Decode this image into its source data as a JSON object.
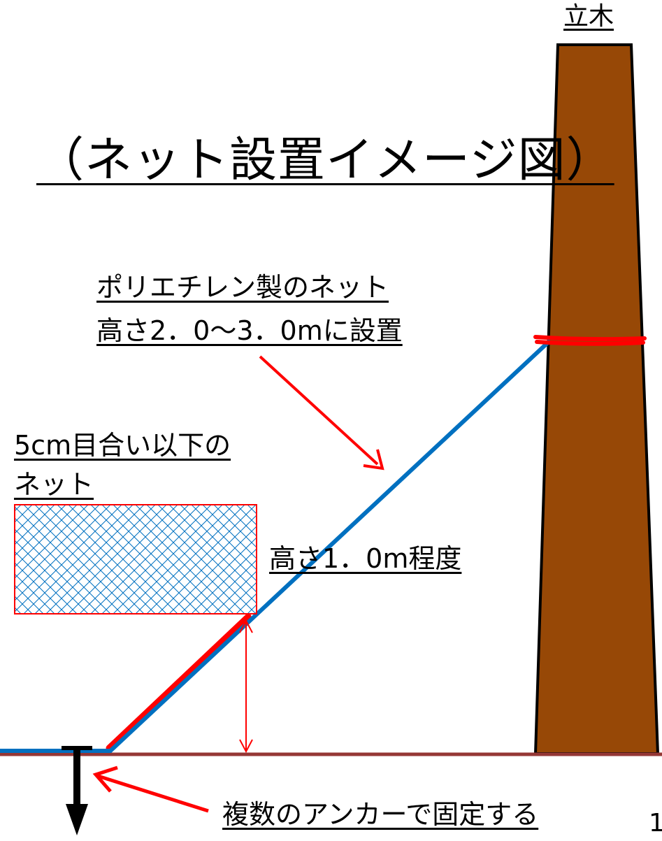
{
  "title": "（ネット設置イメージ図）",
  "tree_label": "立木",
  "polyethylene_net_label": {
    "line1": "ポリエチレン製のネット",
    "line2": "高さ2．0〜3．0mに設置"
  },
  "mesh_net_label": {
    "line1": "5cm目合い以下の",
    "line2": "ネット"
  },
  "height_label": "高さ1．0m程度",
  "anchor_label": "複数のアンカーで固定する",
  "page_number": "1",
  "colors": {
    "tree_trunk": "#974806",
    "ground": "#953735",
    "net_line": "#0070c0",
    "accent_red": "#ff0000",
    "mesh_fill": "#0070c0",
    "anchor": "#000000"
  }
}
